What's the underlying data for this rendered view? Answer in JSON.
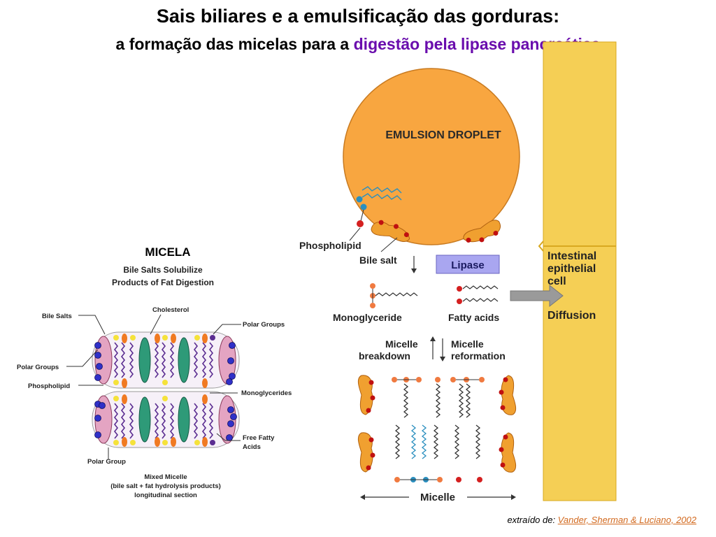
{
  "title": "Sais biliares e a emulsificação das gorduras:",
  "subtitle_prefix": "a formação das micelas para a",
  "subtitle_highlight": "digestão pela lipase pancreática",
  "left_panel": {
    "heading": "MICELA",
    "subheading_line1": "Bile Salts  Solubilize",
    "subheading_line2": "Products of Fat Digestion",
    "labels": {
      "bile_salts": "Bile Salts",
      "cholesterol": "Cholesterol",
      "polar_groups_top": "Polar Groups",
      "polar_groups_left": "Polar Groups",
      "phospholipid": "Phospholipid",
      "monoglycerides": "Monoglycerides",
      "free_fatty_1": "Free Fatty",
      "free_fatty_2": "Acids",
      "polar_group_bottom": "Polar Group"
    },
    "caption_line1": "Mixed Micelle",
    "caption_line2": "(bile salt + fat hydrolysis products)",
    "caption_line3": "longitudinal section"
  },
  "right_panel": {
    "droplet_label": "EMULSION DROPLET",
    "phospholipid": "Phospholipid",
    "bile_salt": "Bile salt",
    "lipase": "Lipase",
    "monoglyceride": "Monoglyceride",
    "fatty_acids": "Fatty acids",
    "micelle_breakdown_1": "Micelle",
    "micelle_breakdown_2": "breakdown",
    "micelle_reformation_1": "Micelle",
    "micelle_reformation_2": "reformation",
    "micelle": "Micelle",
    "cell_1": "Intestinal",
    "cell_2": "epithelial",
    "cell_3": "cell",
    "diffusion": "Diffusion"
  },
  "credit_prefix": "extraído de:",
  "credit_link": "Vander, Sherman & Luciano, 2002",
  "colors": {
    "droplet": "#f8a640",
    "cell": "#f5cf55",
    "lipase_box": "#a9a6f0",
    "highlight": "#6a0dad",
    "link": "#d2691e"
  }
}
